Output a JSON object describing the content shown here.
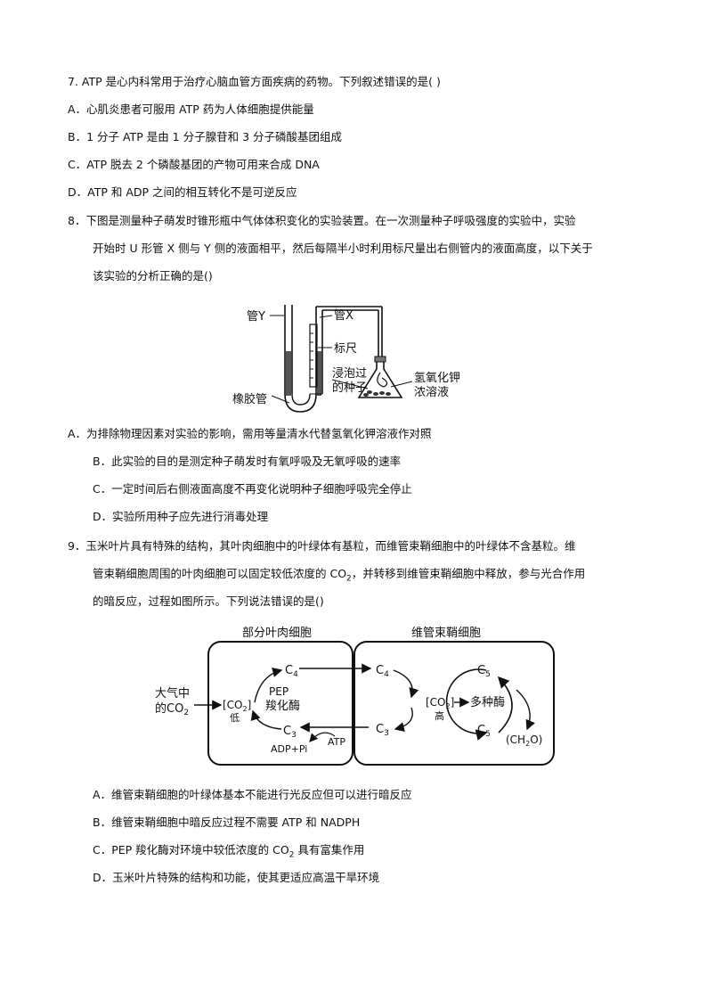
{
  "q7": {
    "stem": "7.    ATP 是心内科常用于治疗心脑血管方面疾病的药物。下列叙述错误的是(      )",
    "A": "A．心肌炎患者可服用 ATP 药为人体细胞提供能量",
    "B": "B．1 分子 ATP 是由 1 分子腺苷和 3 分子磷酸基团组成",
    "C": "C．ATP 脱去 2 个磷酸基团的产物可用来合成 DNA",
    "D": "D．ATP 和 ADP 之间的相互转化不是可逆反应"
  },
  "q8": {
    "stem1": "8．下图是测量种子萌发时锥形瓶中气体体积变化的实验装置。在一次测量种子呼吸强度的实验中，实验",
    "stem2": "开始时 U 形管 X 侧与 Y 侧的液面相平，然后每隔半小时利用标尺量出右侧管内的液面高度，以下关于",
    "stem3": "该实验的分析正确的是()",
    "fig": {
      "tube_y": "管Y",
      "tube_x": "管X",
      "ruler": "标尺",
      "seed1": "浸泡过",
      "seed2": "的种子",
      "koh1": "氢氧化钾",
      "koh2": "浓溶液",
      "rubber": "橡胶管"
    },
    "A": "A．为排除物理因素对实验的影响，需用等量清水代替氢氧化钾溶液作对照",
    "B": "B．此实验的目的是测定种子萌发时有氧呼吸及无氧呼吸的速率",
    "C": "C．一定时间后右侧液面高度不再变化说明种子细胞呼吸完全停止",
    "D": "D．实验所用种子应先进行消毒处理"
  },
  "q9": {
    "stem1": "9．玉米叶片具有特殊的结构，其叶肉细胞中的叶绿体有基粒，而维管束鞘细胞中的叶绿体不含基粒。维",
    "stem2a": "管束鞘细胞周围的叶肉细胞可以固定较低浓度的 CO",
    "stem2sub": "2",
    "stem2b": "，并转移到维管束鞘细胞中释放，参与光合作用",
    "stem3": "的暗反应，过程如图所示。下列说法错误的是()",
    "fig": {
      "left_title": "部分叶肉细胞",
      "right_title": "维管束鞘细胞",
      "air1": "大气中",
      "air2": "的CO",
      "co2_low_a": "[CO",
      "co2_low_b": "]",
      "low": "低",
      "co2_high_a": "[CO",
      "co2_high_b": "]",
      "high": "高",
      "pep1": "PEP",
      "pep2": "羧化酶",
      "c4": "C",
      "c4sub": "4",
      "c3": "C",
      "c3sub": "3",
      "c5": "C",
      "c5sub": "5",
      "adp": "ADP+Pi",
      "atp": "ATP",
      "enzymes": "多种酶",
      "ch2o": "(CH",
      "ch2o_b": "O)",
      "sub2": "2"
    },
    "A": "A．维管束鞘细胞的叶绿体基本不能进行光反应但可以进行暗反应",
    "B": "B．维管束鞘细胞中暗反应过程不需要 ATP 和 NADPH",
    "Ca": "C．PEP 羧化酶对环境中较低浓度的 CO",
    "Csub": "2",
    "Cb": " 具有富集作用",
    "D": "D．玉米叶片特殊的结构和功能，使其更适应高温干旱环境"
  }
}
